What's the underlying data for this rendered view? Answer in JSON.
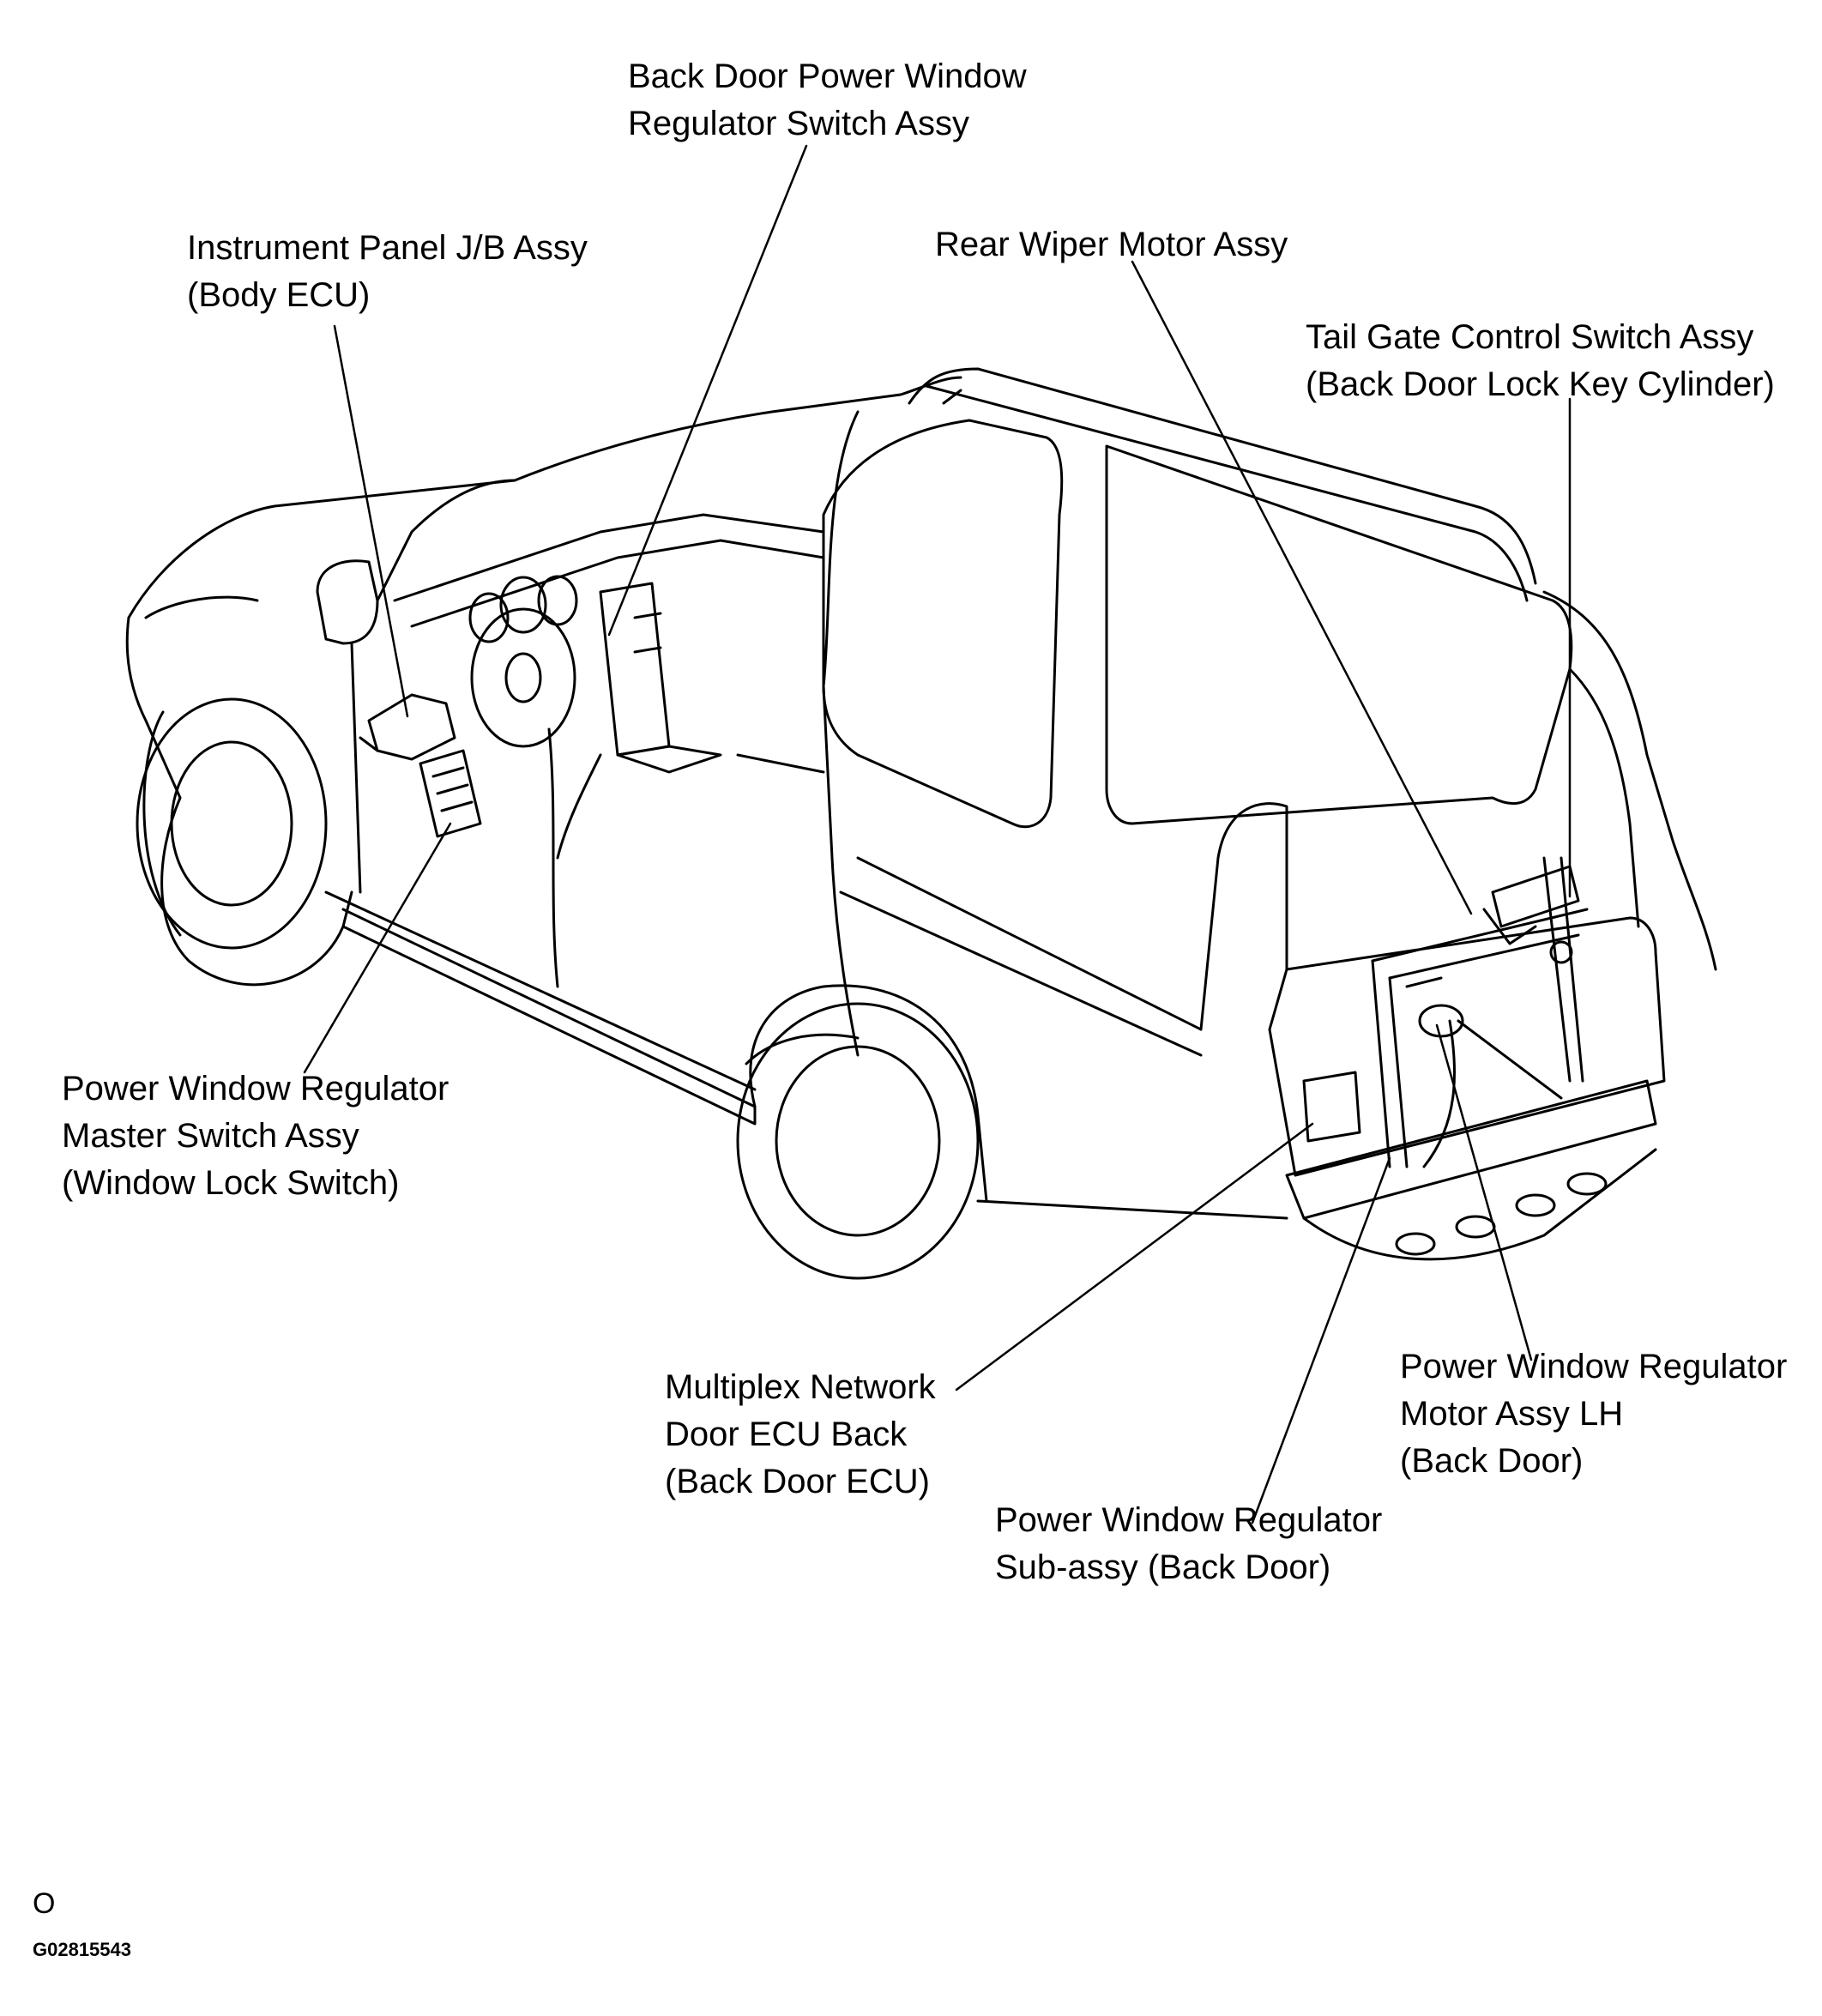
{
  "labels": [
    {
      "id": "back-door-pw-switch",
      "lines": [
        "Back Door Power Window",
        "Regulator Switch Assy"
      ]
    },
    {
      "id": "instrument-panel-jb",
      "lines": [
        "Instrument Panel J/B Assy",
        "(Body ECU)"
      ]
    },
    {
      "id": "rear-wiper-motor",
      "lines": [
        "Rear Wiper Motor Assy"
      ]
    },
    {
      "id": "tail-gate-switch",
      "lines": [
        "Tail Gate Control Switch Assy",
        "(Back Door Lock Key Cylinder)"
      ]
    },
    {
      "id": "pw-master-switch",
      "lines": [
        "Power Window Regulator",
        "Master Switch Assy",
        "(Window Lock Switch)"
      ]
    },
    {
      "id": "multiplex-ecu",
      "lines": [
        "Multiplex Network",
        "Door ECU Back",
        "(Back Door ECU)"
      ]
    },
    {
      "id": "pw-motor-lh",
      "lines": [
        "Power Window Regulator",
        "Motor Assy LH",
        "(Back Door)"
      ]
    },
    {
      "id": "pw-regulator-sub",
      "lines": [
        "Power Window Regulator",
        "Sub-assy  (Back Door)"
      ]
    }
  ],
  "footer": {
    "corner_mark": "O",
    "figure_code": "G02815543"
  }
}
